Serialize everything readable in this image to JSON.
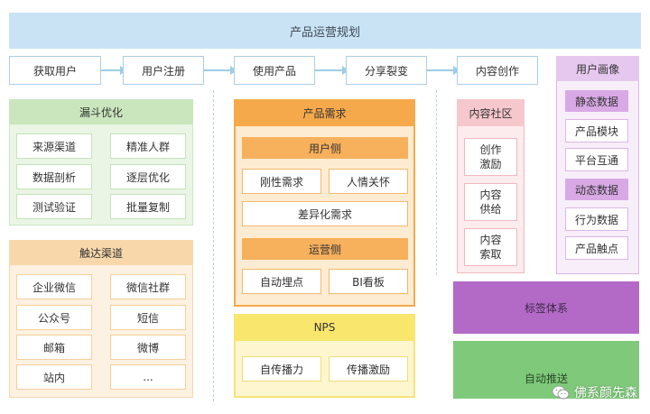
{
  "title": "产品运营规划",
  "flow": [
    "获取用户",
    "用户注册",
    "使用产品",
    "分享裂变",
    "内容创作"
  ],
  "funnel": {
    "title": "漏斗优化",
    "items": [
      "来源渠道",
      "精准人群",
      "数据剖析",
      "逐层优化",
      "测试验证",
      "批量复制"
    ]
  },
  "channels": {
    "title": "触达渠道",
    "items": [
      "企业微信",
      "微信社群",
      "公众号",
      "短信",
      "邮箱",
      "微博",
      "站内",
      "..."
    ]
  },
  "demand": {
    "title": "产品需求",
    "user_side": "用户侧",
    "user_items": [
      "刚性需求",
      "人情关怀"
    ],
    "diff": "差异化需求",
    "ops_side": "运营侧",
    "ops_items": [
      "自动埋点",
      "BI看板"
    ]
  },
  "nps": {
    "title": "NPS",
    "items": [
      "自传播力",
      "传播激励"
    ]
  },
  "community": {
    "title": "内容社区",
    "items": [
      "创作\n激励",
      "内容\n供给",
      "内容\n索取"
    ]
  },
  "persona": {
    "title": "用户画像",
    "static": "静态数据",
    "static_items": [
      "产品模块",
      "平台互通"
    ],
    "dynamic": "动态数据",
    "dynamic_items": [
      "行为数据",
      "产品触点"
    ]
  },
  "tag_system": "标签体系",
  "auto_push": "自动推送",
  "watermark": "佛系颜先森",
  "colors": {
    "top": "#c9e3f5",
    "green": "#c9e6bd",
    "orange": "#f8d8ab",
    "demand": "#f6a94a",
    "nps": "#f9e66d",
    "pink": "#f6c7cc",
    "purple": "#e6c8ee",
    "tag": "#b36ac7",
    "push": "#7fc97a"
  },
  "icons": [
    "wechat-icon"
  ]
}
